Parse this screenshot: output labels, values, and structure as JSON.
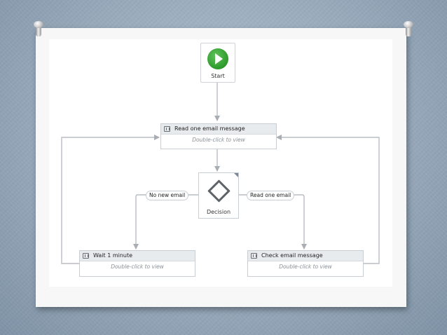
{
  "workflow": {
    "start": {
      "label": "Start"
    },
    "read_email": {
      "title": "Read one email message",
      "hint": "Double-click to view"
    },
    "decision": {
      "label": "Decision"
    },
    "wait": {
      "title": "Wait 1 minute",
      "hint": "Double-click to view"
    },
    "check_email": {
      "title": "Check email message",
      "hint": "Double-click to view"
    },
    "edges": {
      "false_label": "No new email",
      "true_label": "Read one email"
    }
  },
  "colors": {
    "start_green": "#2d9a2b",
    "connector_gray": "#b9bec4",
    "header_bg": "#e8ebee"
  },
  "icons": {
    "start": "play-icon",
    "activity": "activity-icon",
    "decision": "diamond-icon"
  }
}
